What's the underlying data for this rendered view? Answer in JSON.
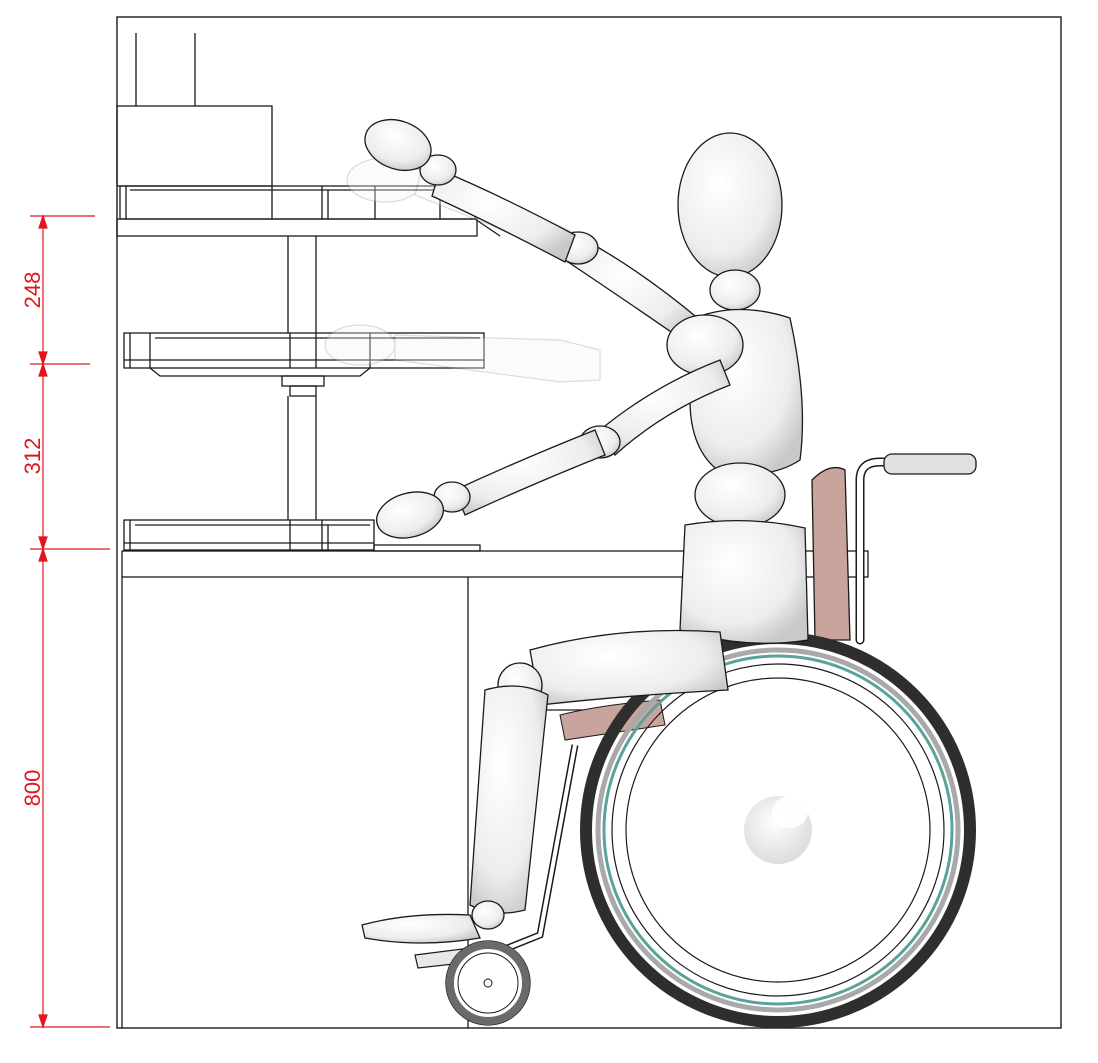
{
  "colors": {
    "dimension": "#e0161e",
    "outline": "#1a1a1a",
    "figure_fill": "#f2f2f2",
    "figure_shade": "#c8c8c8",
    "tire": "#3a3a3a",
    "rim_accent": "#5aa39a",
    "seat_back": "#c9a49c"
  },
  "dimensions": [
    {
      "label": "248"
    },
    {
      "label": "312"
    },
    {
      "label": "800"
    }
  ]
}
